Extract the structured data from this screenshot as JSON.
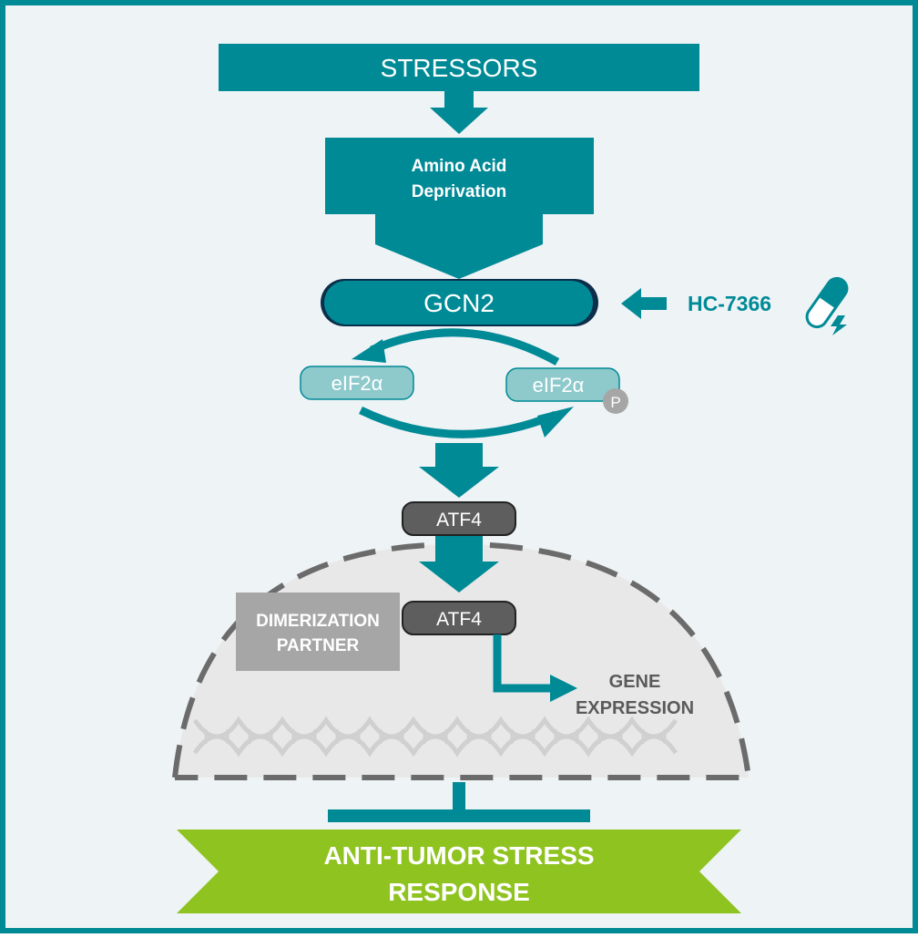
{
  "diagram": {
    "stressors_label": "STRESSORS",
    "amino_acid_line1": "Amino Acid",
    "amino_acid_line2": "Deprivation",
    "gcn2_label": "GCN2",
    "inhibitor_label": "HC-7366",
    "eif2a_label": "eIF2α",
    "eif2a_p_label": "eIF2α",
    "phospho_label": "P",
    "atf4_cytoplasm_label": "ATF4",
    "atf4_nucleus_label": "ATF4",
    "dimerization_line1": "DIMERIZATION",
    "dimerization_line2": "PARTNER",
    "gene_line1": "GENE",
    "gene_line2": "EXPRESSION",
    "response_line1": "ANTI-TUMOR STRESS",
    "response_line2": "RESPONSE"
  },
  "colors": {
    "teal": "#008a96",
    "teal_dark": "#0b2f4a",
    "eif2_fill": "#8ec9cc",
    "gray_dark": "#5e5e5e",
    "gray_box": "#a6a6a6",
    "gray_text": "#5a5a5a",
    "green": "#8fc31f",
    "background": "#eef3f6",
    "border": "#008a96"
  }
}
